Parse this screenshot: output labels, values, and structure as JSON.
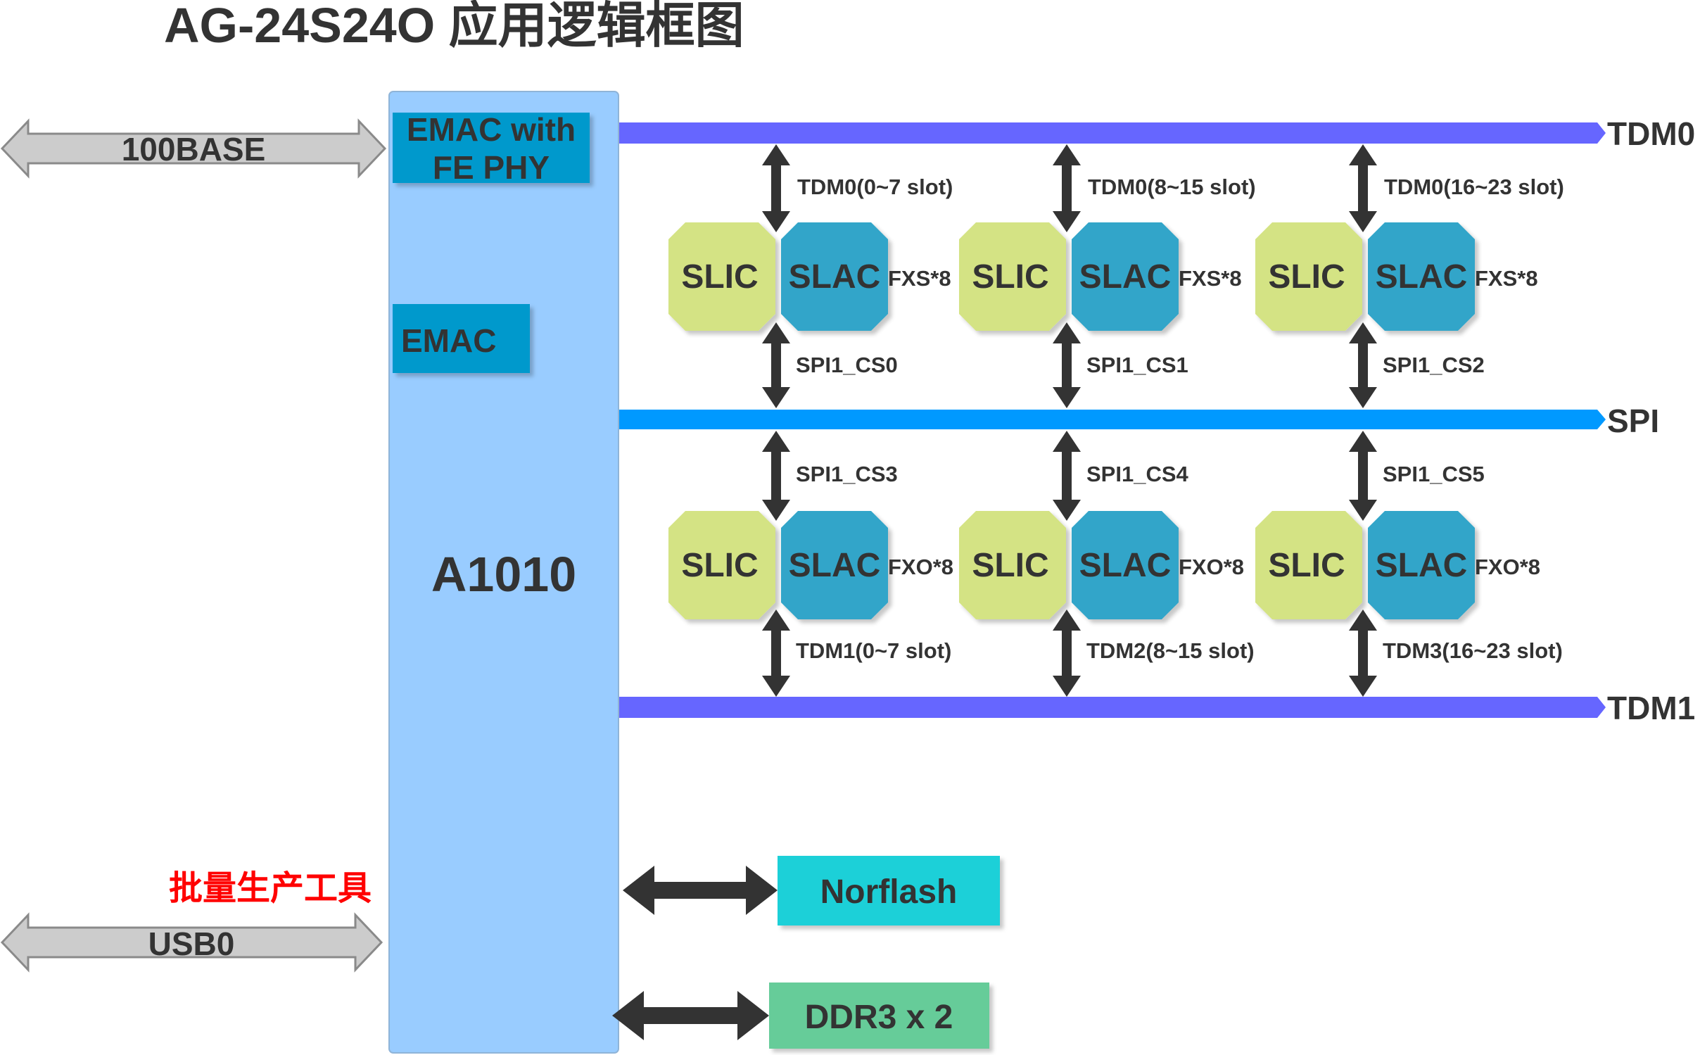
{
  "title": "AG-24S24O 应用逻辑框图",
  "cpu": {
    "label": "A1010"
  },
  "emac_phy": {
    "line1": "EMAC with",
    "line2": "FE PHY"
  },
  "emac": {
    "label": "EMAC"
  },
  "left_ports": {
    "eth": "100BASE",
    "usb": "USB0",
    "usb_note": "批量生产工具"
  },
  "buses": {
    "tdm0": "TDM0",
    "spi": "SPI",
    "tdm1": "TDM1"
  },
  "top_groups": [
    {
      "slic": "SLIC",
      "slac": "SLAC",
      "type": "FXS*8",
      "tdm_label": "TDM0(0~7 slot)",
      "spi_label": "SPI1_CS0"
    },
    {
      "slic": "SLIC",
      "slac": "SLAC",
      "type": "FXS*8",
      "tdm_label": "TDM0(8~15 slot)",
      "spi_label": "SPI1_CS1"
    },
    {
      "slic": "SLIC",
      "slac": "SLAC",
      "type": "FXS*8",
      "tdm_label": "TDM0(16~23 slot)",
      "spi_label": "SPI1_CS2"
    }
  ],
  "bottom_groups": [
    {
      "slic": "SLIC",
      "slac": "SLAC",
      "type": "FXO*8",
      "spi_label": "SPI1_CS3",
      "tdm_label": "TDM1(0~7 slot)"
    },
    {
      "slic": "SLIC",
      "slac": "SLAC",
      "type": "FXO*8",
      "spi_label": "SPI1_CS4",
      "tdm_label": "TDM2(8~15 slot)"
    },
    {
      "slic": "SLIC",
      "slac": "SLAC",
      "type": "FXO*8",
      "spi_label": "SPI1_CS5",
      "tdm_label": "TDM3(16~23 slot)"
    }
  ],
  "peripherals": {
    "norflash": "Norflash",
    "ddr": "DDR3 x 2"
  },
  "colors": {
    "cpu": "#99ccff",
    "emac": "#0099cc",
    "tdm_bus": "#6666ff",
    "spi_bus": "#0099ff",
    "slic": "#d4e384",
    "slac": "#33a5c9",
    "norflash": "#1ed0d8",
    "ddr": "#66cc99",
    "port_arrow": "#cccccc",
    "usb_note": "#ff0000"
  }
}
